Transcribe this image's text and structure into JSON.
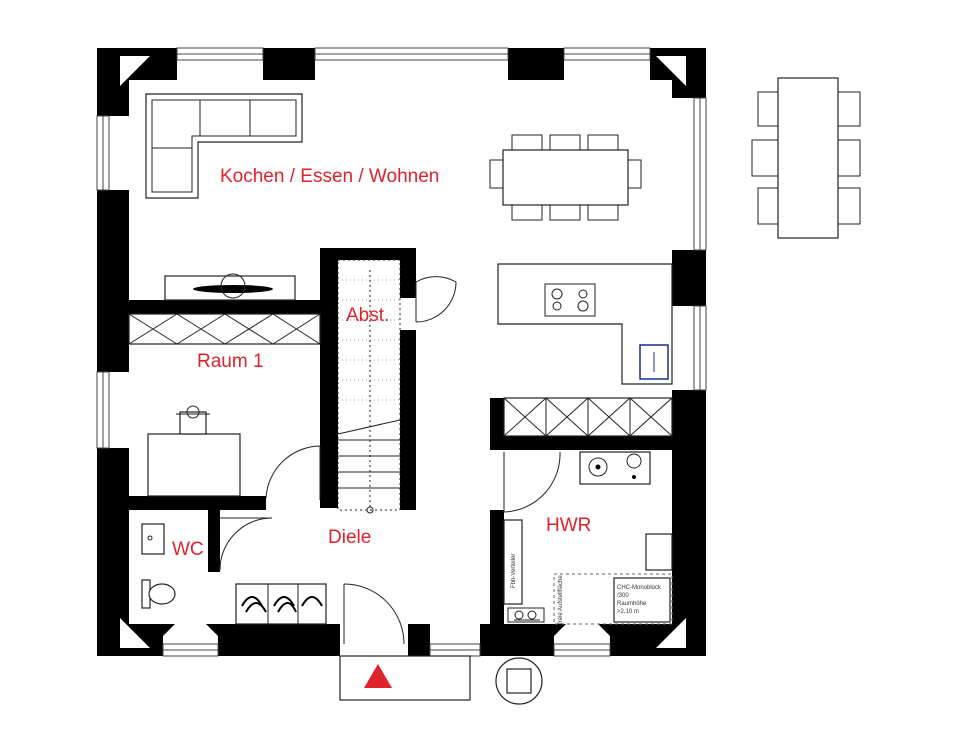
{
  "rooms": {
    "living": "Kochen / Essen / Wohnen",
    "storage": "Abst.",
    "room1": "Raum 1",
    "wc": "WC",
    "hall": "Diele",
    "utility": "HWR"
  },
  "labels": {
    "heating_distributor": "Fbh-Verteiler",
    "free_setup_area": "freie Aufstellfläche",
    "boiler_line1": "CHC-Monoblock",
    "boiler_line2": "/300",
    "boiler_line3": "Raumhöhe",
    "boiler_line4": ">2,10 m"
  },
  "colors": {
    "wall": "#000000",
    "label": "#e0222b",
    "entrance_marker": "#e0222b",
    "sink_outline": "#1a2f8a"
  },
  "icons": [
    "entrance-arrow-icon",
    "chimney-icon",
    "stove-icon",
    "sink-icon",
    "toilet-icon",
    "washbasin-icon"
  ]
}
